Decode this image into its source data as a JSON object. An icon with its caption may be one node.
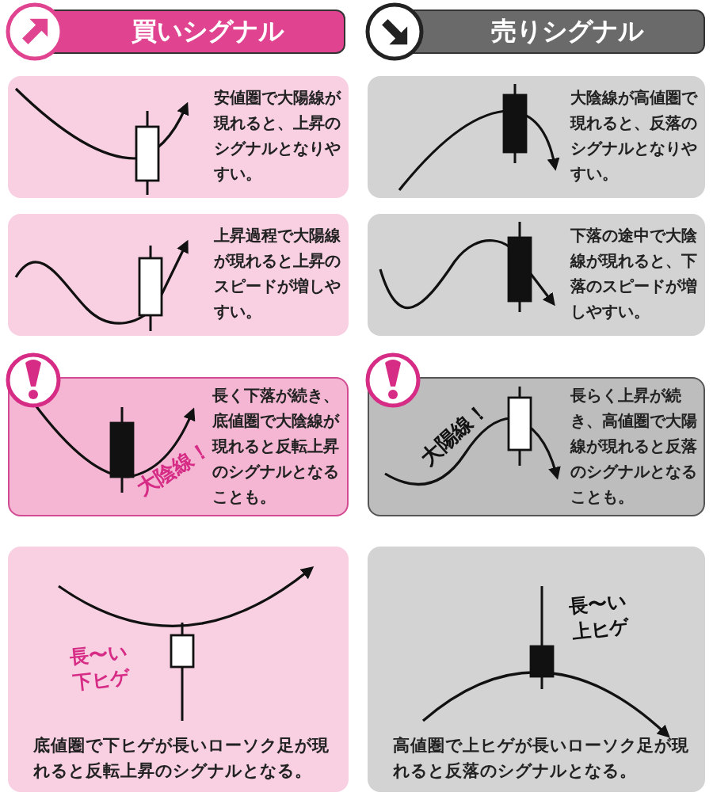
{
  "diagram": {
    "nodes": [
      {
        "text": [
          "買いシグナル"
        ]
      },
      {
        "text": [
          "売りシグナル"
        ]
      },
      {
        "text": [
          "安値圏で大陽線が現れると、上昇のシグナルとなりやすい。"
        ]
      },
      {
        "text": [
          "大陰線が高値圏で現れると、反落のシグナルとなりやすい。"
        ]
      },
      {
        "text": [
          "上昇過程で大陽線が現れると上昇のスピードが増しやすい。"
        ]
      },
      {
        "text": [
          "下落の途中で大陰線が現れると、下落のスピードが増しやすい。"
        ]
      },
      {
        "text": [
          "大陰線！",
          "長く下落が続き、底値圏で大陰線が現れると反転上昇のシグナルとなることも。"
        ]
      },
      {
        "text": [
          "大陽線！",
          "長らく上昇が続き、高値圏で大陽線が現れると反落のシグナルとなることも。"
        ]
      },
      {
        "text": [
          "長〜い下ヒゲ",
          "底値圏で下ヒゲが長いローソク足が現れると反転上昇のシグナルとなる。"
        ]
      },
      {
        "text": [
          "長〜い上ヒゲ",
          "高値圏で上ヒゲが長いローソク足が現れると反落のシグナルとなる。"
        ]
      }
    ]
  }
}
